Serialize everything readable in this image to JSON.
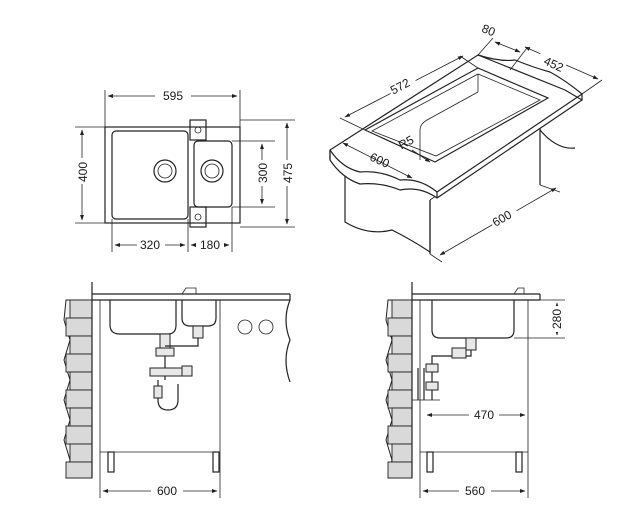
{
  "top_view": {
    "width_total": "595",
    "height_total": "400",
    "bowl_small_height": "300",
    "overall_height": "475",
    "bowl_large_width": "320",
    "bowl_small_width": "180"
  },
  "iso_view": {
    "depth": "80",
    "bowl_length": "572",
    "total_depth": "452",
    "radius": "R5",
    "front_width": "600",
    "cabinet_width": "600"
  },
  "front_view": {
    "cabinet_width": "600"
  },
  "side_view": {
    "bowl_depth": "280",
    "drain_offset": "470",
    "cabinet_depth": "560"
  }
}
